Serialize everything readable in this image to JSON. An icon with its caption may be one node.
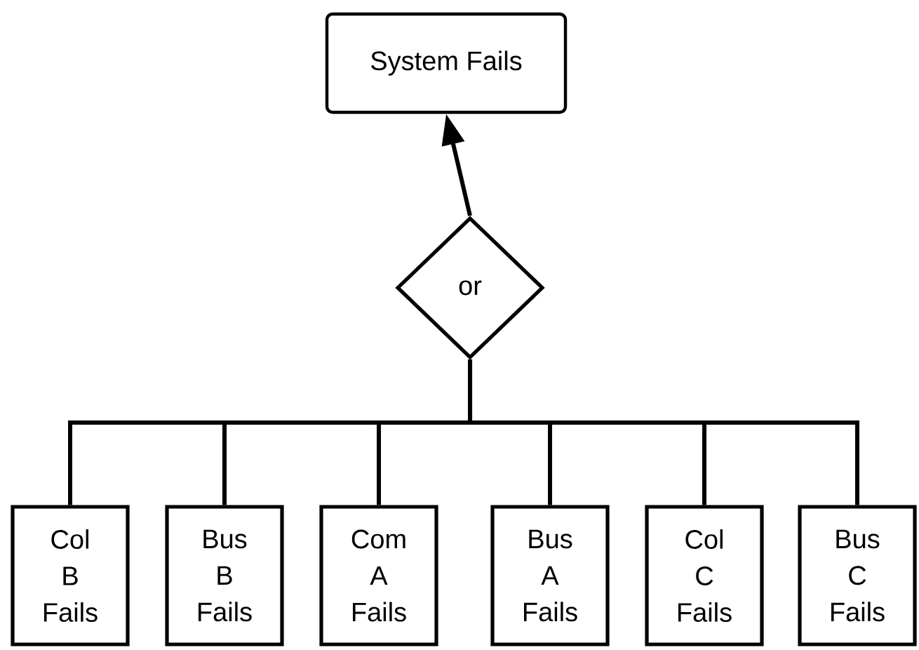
{
  "diagram": {
    "nodes": [
      {
        "text": [
          "System Fails"
        ]
      },
      {
        "text": [
          "or"
        ]
      },
      {
        "text": [
          "Col B Fails"
        ]
      },
      {
        "text": [
          "Bus B Fails"
        ]
      },
      {
        "text": [
          "Com A Fails"
        ]
      },
      {
        "text": [
          "Bus A Fails"
        ]
      },
      {
        "text": [
          "Col C Fails"
        ]
      },
      {
        "text": [
          "Bus C Fails"
        ]
      }
    ],
    "edges": [
      {
        "from": 1,
        "to": 0,
        "arrow": "to"
      },
      {
        "from": 2,
        "to": 1,
        "arrow": "none"
      },
      {
        "from": 3,
        "to": 1,
        "arrow": "none"
      },
      {
        "from": 4,
        "to": 1,
        "arrow": "none"
      },
      {
        "from": 5,
        "to": 1,
        "arrow": "none"
      },
      {
        "from": 6,
        "to": 1,
        "arrow": "none"
      },
      {
        "from": 7,
        "to": 1,
        "arrow": "none"
      }
    ]
  }
}
